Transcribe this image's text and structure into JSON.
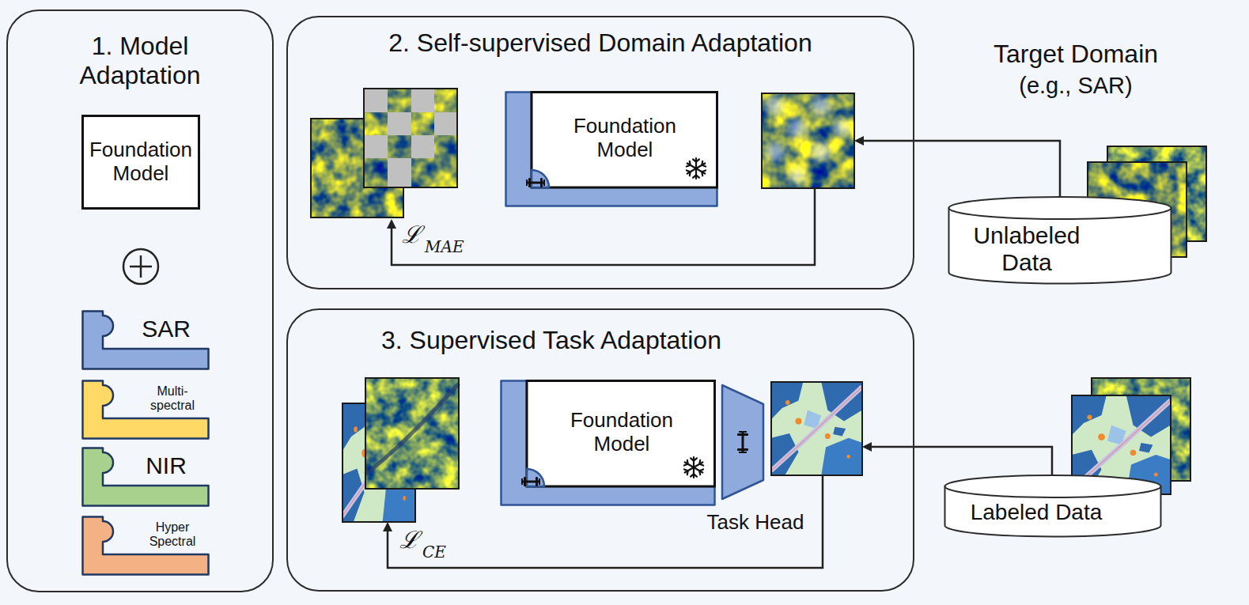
{
  "diagram": {
    "nodes": [
      {
        "text": [
          "1. Model Adaptation"
        ]
      },
      {
        "text": [
          "Foundation Model"
        ],
        "in": 0
      },
      {
        "text": [
          "SAR"
        ],
        "in": 0
      },
      {
        "text": [
          "Multi- spectral"
        ],
        "in": 0
      },
      {
        "text": [
          "NIR"
        ],
        "in": 0
      },
      {
        "text": [
          "Hyper Spectral"
        ],
        "in": 0
      },
      {
        "text": [
          "2. Self-supervised Domain Adaptation"
        ]
      },
      {
        "text": [
          "Foundation Model"
        ],
        "in": 6
      },
      {
        "text": [
          "3. Supervised Task Adaptation"
        ]
      },
      {
        "text": [
          "Foundation Model"
        ],
        "in": 8
      },
      {
        "text": [
          "Task Head"
        ],
        "in": 8
      },
      {
        "text": [
          "Unlabeled Data"
        ]
      },
      {
        "text": [
          "Labeled Data"
        ]
      }
    ],
    "labels": [
      "Target Domain",
      "(e.g., SAR)",
      "ℒ",
      "MAE",
      "ℒ",
      "CE"
    ]
  }
}
